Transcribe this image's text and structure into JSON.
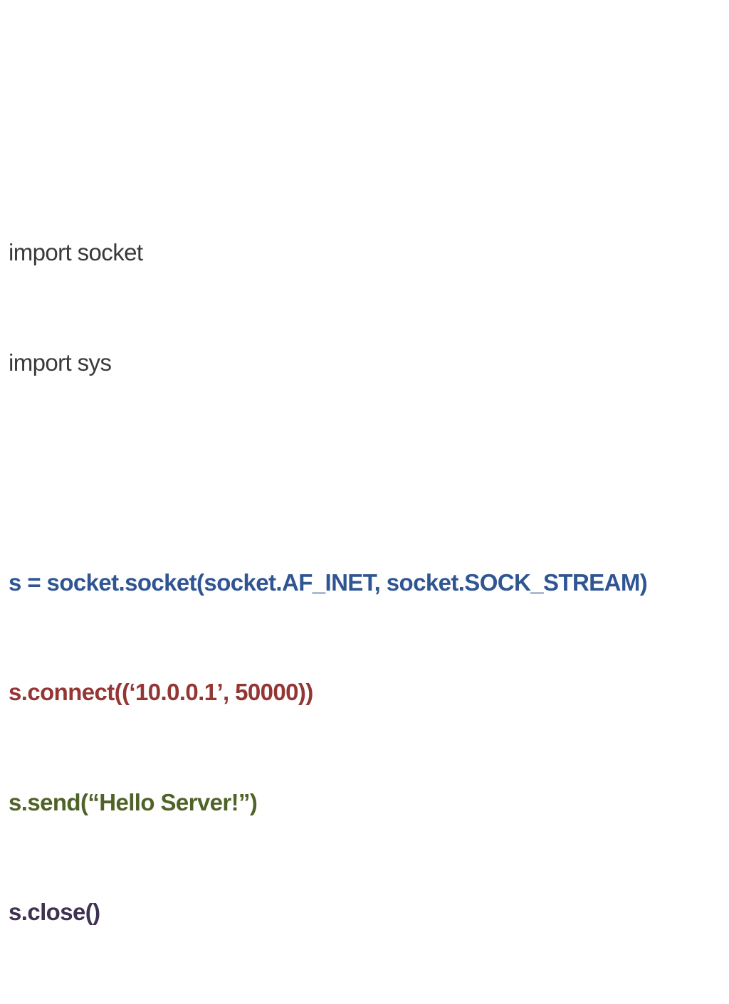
{
  "slide": {
    "lines": [
      {
        "text": "import socket",
        "color": "#3a3a3a",
        "bold": false
      },
      {
        "text": "import sys",
        "color": "#3a3a3a",
        "bold": false
      },
      {
        "text": "",
        "color": "#3a3a3a",
        "bold": false
      },
      {
        "text": "s = socket.socket(socket.AF_INET, socket.SOCK_STREAM)",
        "color": "#2f5592",
        "bold": true
      },
      {
        "text": "s.connect((‘10.0.0.1’, 50000))",
        "color": "#943634",
        "bold": true
      },
      {
        "text": "s.send(“Hello Server!”)",
        "color": "#4f6228",
        "bold": true
      },
      {
        "text": "s.close()",
        "color": "#3f3151",
        "bold": true
      }
    ]
  }
}
